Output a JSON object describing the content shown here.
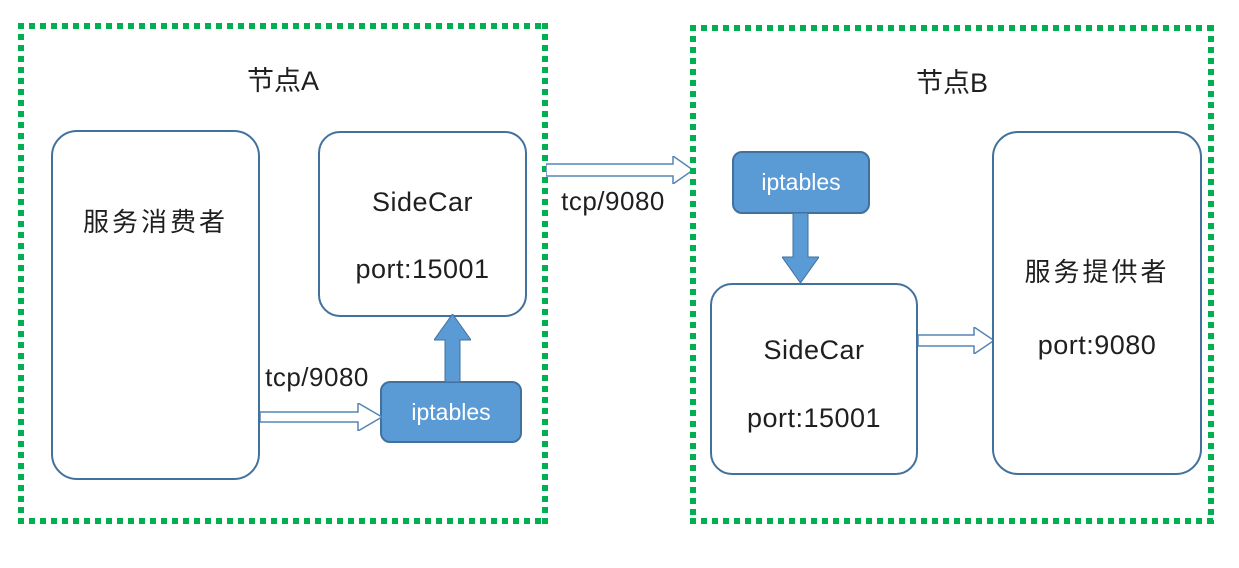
{
  "colors": {
    "node_border": "#00B050",
    "box_border": "#41719C",
    "blue_fill": "#5B9BD5",
    "blue_fill_border": "#41719C",
    "hollow_arrow_border": "#5585B5",
    "text": "#1f1f1f",
    "background": "#ffffff"
  },
  "node_a": {
    "title": "节点A",
    "consumer_label": "服务消费者",
    "sidecar_title": "SideCar",
    "sidecar_port": "port:15001",
    "iptables_label": "iptables",
    "traffic_label": "tcp/9080"
  },
  "link": {
    "traffic_label": "tcp/9080"
  },
  "node_b": {
    "title": "节点B",
    "iptables_label": "iptables",
    "sidecar_title": "SideCar",
    "sidecar_port": "port:15001",
    "provider_label": "服务提供者",
    "provider_port": "port:9080"
  }
}
